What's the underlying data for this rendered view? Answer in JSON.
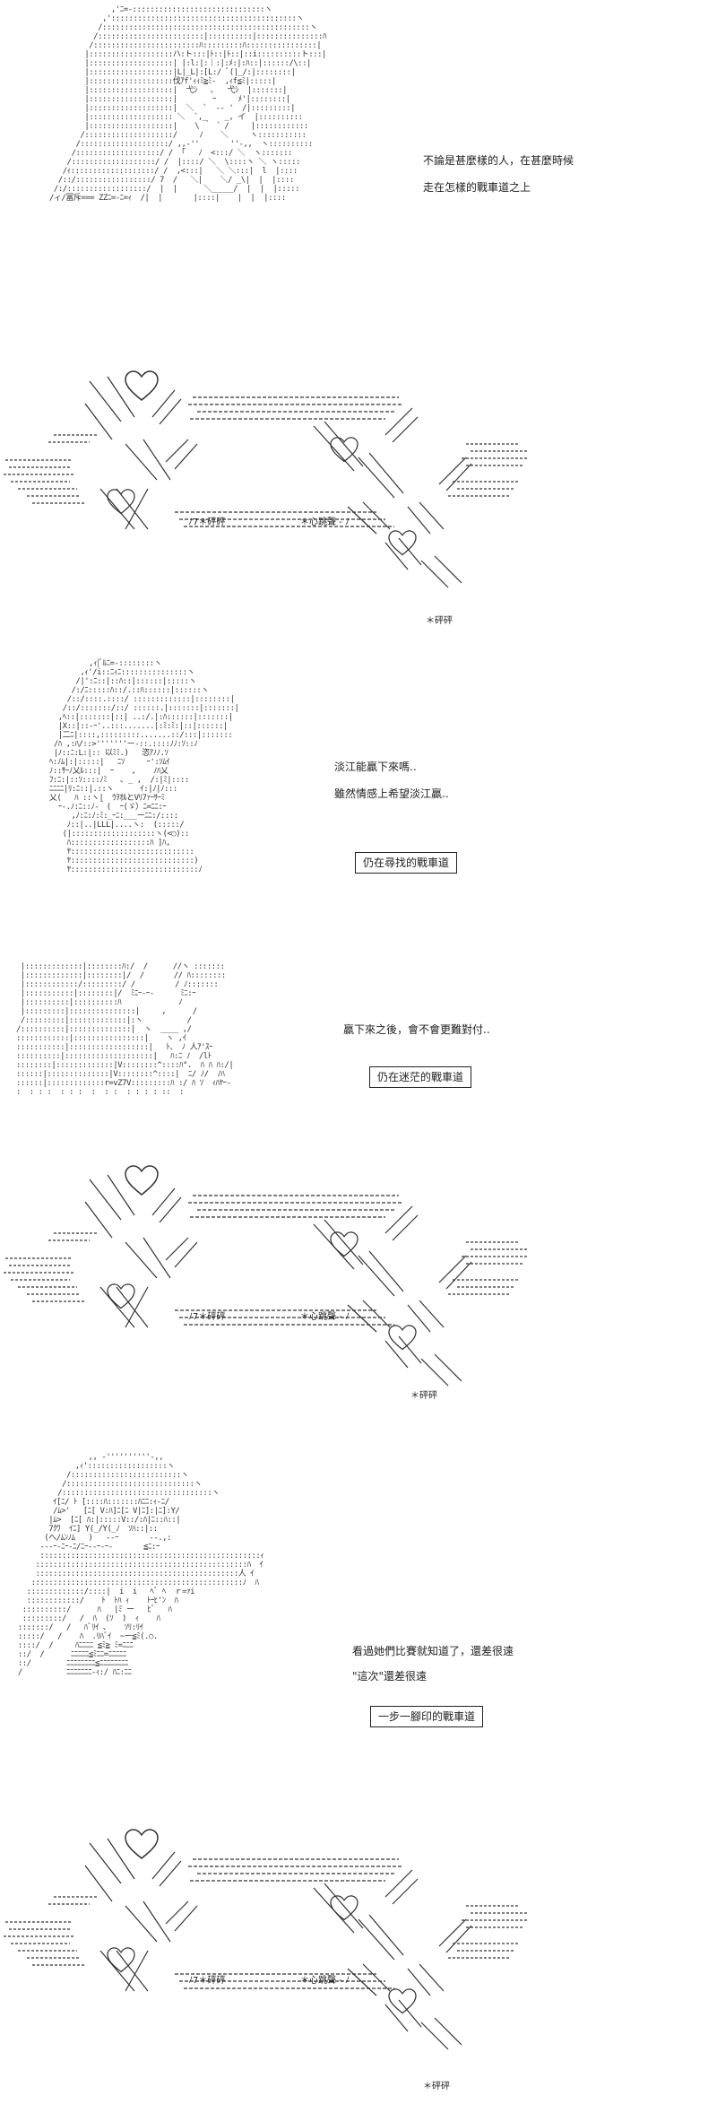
{
  "panel1": {
    "caption_line1": "不論是甚麼樣的人，在甚麼時候",
    "caption_line2": "走在怎樣的戰車道之上"
  },
  "heartbeat": {
    "sfx_left": "ﾉ7＊砰砰",
    "sfx_center": "＊心跳聲 - ﾉ",
    "sfx_right": "＊砰砰"
  },
  "panel3": {
    "line1": "淡江能贏下來嗎..",
    "line2": "雖然情感上希望淡江贏..",
    "box": "仍在尋找的戰車道"
  },
  "panel4": {
    "line1": "贏下來之後，會不會更難對付..",
    "box": "仍在迷茫的戰車道"
  },
  "panel6": {
    "line1": "看過她們比賽就知道了，還差很遠",
    "line2": "\"這次\"還差很遠",
    "box": "一步一腳印的戰車道"
  },
  "ascii_art": {
    "p1": "              ,'ﾆ=-::::::::::::::::::::::::::::::ヽ\n            ,'::::::::::::::::::::::::::::::::::::::::::ヽ\n           /:::::::::::::::::::::::::::::::::::::::::::::::ヽ\n          /::::::::::::::::::::::::|::::::::::|:::::::::::::::ﾊ\n         /::::::::::::::::::::::::ﾊ:::::::::ﾊ::::::::::::::::|\n        |:::::::::::::::::::ハ:ト:::|ﾄ::|ﾄ::|::i::::::::::ト:::|\n        |:::::::::::::::::::| |:l:|:｜:|:ﾒ:|:ﾊ::|::::::/\\::|\n        |:::::::::::::::::::|L|_L|:[L:/ ﾞ(|_/:|::::::::|\n        |:::::::::::::::::::伐ｱf'ｨｨﾐ≧ﾐ-  ,ｨf≦ﾐ|:::::|\n        |:::::::::::::::::::|  弋ｼ   ､   弋ｼ  |:::::::|\n        |:::::::::::::::::::|        ｰ     ﾒ'|::::::::|\n        |:::::::::::::::::::|  ＼  `  ‐- '  /|:::::::::|\n        |::::::::::::::::::: ＼  `,_    _, イ  |::::::::::\n        |:::::::::::::::::::|    \\ ｀ ´ /     |::::::::::::\n       /::::::::::::::::::::/     ﾉ    ＼     ヽ:::::::::::\n      /::::::::::::::::::::/ ,,-''       ''-,,  ヽ::::::::::\n     /:::::::::::::::::::/ /  ｢   ﾉ  <:::/ ＼  ヽ:::::::\n    /:::::::::::::::::::/ /  |::::/ ＼  \\::::ヽ ＼ ヽ:::::\n   /ｨ:::::::::::::::::::/ /  ,<:::|   ＼ ＼:::|  l  |::::\n  /::/:::::::::::::::::/ 7  /   ＼|    ＼/ _\\|  |  |::::\n /:/::::::::::::::::::/  |  |      ＼_____/  |  |  |:::::\n/ィ/冨斥=== ZZﾆ=-ﾆ=ｨ  /|  |       |::::|    |  |  |::::",
    "p3": "          ,ｨ|ﾞﾙﾆ=-::::::::ヽ\n        ,ｨ'/i::ﾆｨﾆ:::::::::::::::ヽ\n       /|':ﾆ::|::ﾊ::|::::::|:::::ヽ\n      /:/ﾆ:::::ﾊ::/.::ﾊ::::::|::::::ヽ\n     /::/::::.::::/ :::::::::::::|::::::::|\n    /::/:::::::/::/ ::::::.|:::::::|:::::::|\n   ,ﾍ::|:::::::|::| ..:/.|:ﾊ::::::|:::::::|\n   |X::|::-ｰ'..:::.......|:ﾐ:ﾐ:|::|::::::|\n   |二ﾆ|::::,:::::::::.......::/:::|:::::::\n  /ﾊ ,:ﾊ/::>'''''''ー-::.::::ﾉﾉ:ｿ::ﾉ\n  |ﾉ::ﾆ:L:|:: 以ﾐﾐ.)   恣ｱﾉﾉ.ｿ\n ﾍ:ﾉﾑ|:|:::::|   ﾆｿ     ｰ':ｿﾑｲ\n ﾉ::ｻｰﾉ乂ﾙ:::|  ｰ    ,    ﾉﾊ乂\n ﾌ:ﾆ:|::ｿ::::ﾉﾐ   ､ _ ,  /:|ﾐ|::::\n ﾆﾆﾆﾆ|ﾘ:ﾆ::|.::ヽ      ｲ:|ﾉ|ﾉ:::\n 乂(   ﾊ ::ヽ|  ｳｦｵﾙとVﾘ7ｧｰｻｰﾐ\n   ｰ-.ﾉ:ﾆ::ﾉ-｀(  ｰ(ゞ）ﾆ=ﾆﾆ:ｰ\n      ,ﾉ:ﾆ:ﾉ:ﾐ:_ｰﾆ:___ーﾆﾆ:/::::\n     ﾉ::|..|LLL|....ヽ:  (:::::/\n    (|:::::::::::::::::::ヽ(<○)::\n     ﾊ::::::::::::::::::ﾊ ]ﾊ,\n     ﾔ::::::::::::::::::::::::::::\n     ﾔ::::::::::::::::::::::::::::)\n     ﾔ:::::::::::::::::::::::::::::ﾉ",
    "p4": " |:::::::::::::|::::::::ﾊ:/  / 　   //ヽ :::::::\n |:::::::::::::|::::::::|/  /  　   // ﾊ::::::::\n |::::::::::::/:::::::::/ /         / ﾉ:::::::\n |:::::::::::|::::::::|/  ﾐﾆｰ‐ｰ‐      ﾐﾆ:ｰ\n |::::::::::|::::::::::ﾊ             ﾉ\n |:::::::::|:::::::::::::::|     ,      /\n /:::::::::|:::::::::::::|:ヽ          /\n/::::::::::|::::::::::::::|  ヽ  ____ ,/\n::::::::::::|::::::::::::::::|    ヽ ,ｲ\n:::::::::::|::::::::::::::::::|   ﾄ、 ﾉ 人ｱ'ｽｰ\n::::::::::|::::::::::::::::::::|   ﾊ:ﾆ ﾉ  /lﾄ\n::::::::|:::::::::::::|V::::::::^::::ﾊ°.  ﾊ ﾊ ﾊ:/|\n::::::|::::::::::::::|V::::::::^::::|  ﾆ/ ﾉ/  ﾉﾊ\n::::::|:::::::::::::r=vZ7V:::::::::ﾊ :/ ﾊ ｿ  ｨﾊﾔｰ-\n:  : : :  : : :  :  : :  : : : : ::  :",
    "p6": "                  ,, -''''''''''-,,\n               ,ｨ'::::::::::::::::::ヽ\n             /:::::::::::::::::::::::::ヽ\n            /:::::::::::::::::::::::::::::ヽ\n           /::::::::::::::::::::::::::::::::::ヽ\n          ｲ[ﾆ/ ﾄ [::::ﾊ:::::::ﾊﾆﾆ:ｨ-ﾆ/\n          /ﾑ>'   [ﾆ[ V:ﾊ]ﾆ[ﾆ V|ﾆ]:|ﾆ]:Y/\n         |ﾑ>  [ﾆ[ ﾊ:|:::::V::/:ﾊ|ﾆ::ﾊ::|\n         7ｸﾜ  ｲﾆ] Y(_/Y(_ﾉ  ｿﾊ::|::\n        (へ/ﾑﾝﾉﾑ   )   --ｰ       ‐-.,:\n       ---ｰ-ﾆｰ-ﾆ/ﾆｰ--ｰ-ｰ-       ≦ﾆ:ｰ\n       ::::::::::::::::::::::::::::::::::::::::::::::::::ｨ\n      ::::::::::::::::::::::::::::::::::::::::::::::::ﾊ  ｲ\n      ::::::::::::::::::::::::::::::::::::::::::::::人 ｲ\n     ::::::::::::::::::::::::::::::::::::::::::::::::ﾉ  ﾊ\n    :::::::::::::/::::|  i  i   ﾍﾞ ﾍ  ｒ=ｧi\n    ::::::::::::/    ﾄ  ﾄﾊ ｨ    ﾄｰﾋ'ﾝ  ﾊ\n   ::::::::::/      ﾊ   |ﾐ ー   ﾋﾞ   ﾊ\n   :::::::::/   /  ﾊ  (ｿ  )  ｨ    ﾊ\n  :::::::/   /   ﾊﾞﾘｲ ､    ｿﾘ:ﾘｲ\n  :::::/   /    ﾊ  .ﾘﾊﾞｲ  ~ー≦ﾐ(.○.\n  ::::/  /     ﾊﾆﾆﾆﾆ ≦ﾐ≧ ﾐ=ﾆﾆﾆ\n  ::/  /      ﾆﾆﾆﾆﾆ≦ﾐﾆﾆ=ﾆﾆﾆﾆﾆ\n  ::/        ﾆﾆﾆﾆﾆﾆﾆﾆ≦ﾆﾆﾆﾆﾆﾆﾆﾆ\n  /          ﾆﾆﾆﾆﾆﾆﾆ-ｨ:/ ﾊﾆ:ﾆﾆ"
  }
}
